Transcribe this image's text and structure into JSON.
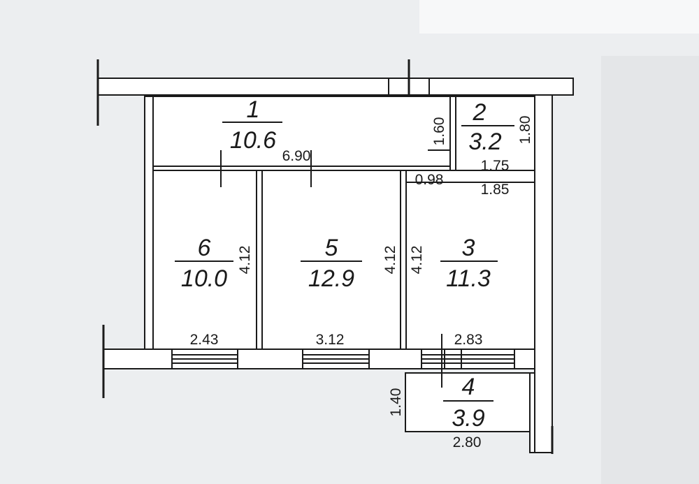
{
  "rooms": [
    {
      "number": "1",
      "area": "10.6"
    },
    {
      "number": "2",
      "area": "3.2"
    },
    {
      "number": "3",
      "area": "11.3"
    },
    {
      "number": "4",
      "area": "3.9"
    },
    {
      "number": "5",
      "area": "12.9"
    },
    {
      "number": "6",
      "area": "10.0"
    }
  ],
  "dimensions": {
    "corridor_length": "6.90",
    "corridor_width": "1.60",
    "room2_height": "1.80",
    "room2_width": "1.75",
    "opening_width": "0.98",
    "room3_width_top": "1.85",
    "room6_depth": "4.12",
    "room5_depth": "4.12",
    "room3_depth": "4.12",
    "room6_width": "2.43",
    "room5_width": "3.12",
    "room3_width_bottom": "2.83",
    "balcony_depth": "1.40",
    "balcony_width": "2.80"
  }
}
